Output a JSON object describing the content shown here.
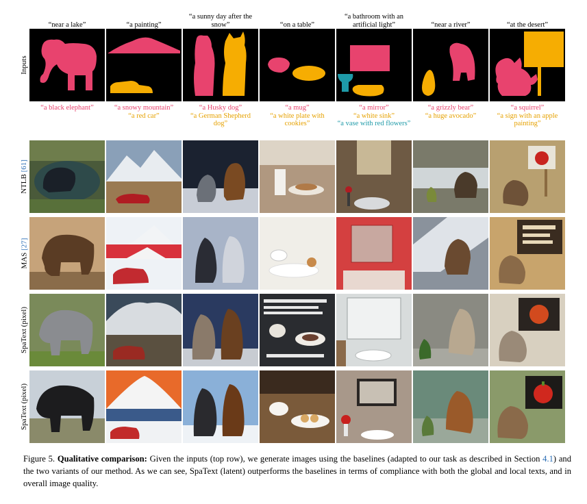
{
  "columns": [
    {
      "global": "“near a lake”",
      "locals": [
        {
          "text": "“a black elephant”",
          "color": "pink"
        }
      ]
    },
    {
      "global": "“a painting”",
      "locals": [
        {
          "text": "“a snowy mountain”",
          "color": "pink"
        },
        {
          "text": "“a red car”",
          "color": "yellow"
        }
      ]
    },
    {
      "global": "“a sunny day after the snow”",
      "locals": [
        {
          "text": "“a Husky dog”",
          "color": "pink"
        },
        {
          "text": "“a German Shepherd dog”",
          "color": "yellow"
        }
      ]
    },
    {
      "global": "“on a table”",
      "locals": [
        {
          "text": "“a mug”",
          "color": "pink"
        },
        {
          "text": "“a white plate with cookies”",
          "color": "yellow"
        }
      ]
    },
    {
      "global": "“a bathroom with an artificial light”",
      "locals": [
        {
          "text": "“a mirror”",
          "color": "pink"
        },
        {
          "text": "“a white sink”",
          "color": "yellow"
        },
        {
          "text": "“a vase with red flowers”",
          "color": "teal"
        }
      ]
    },
    {
      "global": "“near a river”",
      "locals": [
        {
          "text": "“a grizzly bear”",
          "color": "pink"
        },
        {
          "text": "“a huge avocado”",
          "color": "yellow"
        }
      ]
    },
    {
      "global": "“at the desert”",
      "locals": [
        {
          "text": "“a squirrel”",
          "color": "pink"
        },
        {
          "text": "“a sign with an apple painting”",
          "color": "yellow"
        }
      ]
    }
  ],
  "rows": {
    "inputs": "Inputs",
    "ntlb": {
      "name": "NTLB ",
      "ref": "[61]"
    },
    "mas": {
      "name": "MAS ",
      "ref": "[27]"
    },
    "spatext_a": "SpaText (pixel)",
    "spatext_b": "SpaText (pixel)"
  },
  "mask_colors": {
    "pink": "#e8436e",
    "yellow": "#f6ad02",
    "teal": "#1e9aa8"
  },
  "caption": {
    "figure": "Figure 5. ",
    "bold": "Qualitative comparison:",
    "pre_ref": " Given the inputs (top row), we generate images using the baselines (adapted to our task as described in Section ",
    "ref": "4.1",
    "post_ref": ") and the two variants of our method. As we can see, SpaText (latent) outperforms the baselines in terms of compliance with both the global and local texts, and in overall image quality."
  }
}
